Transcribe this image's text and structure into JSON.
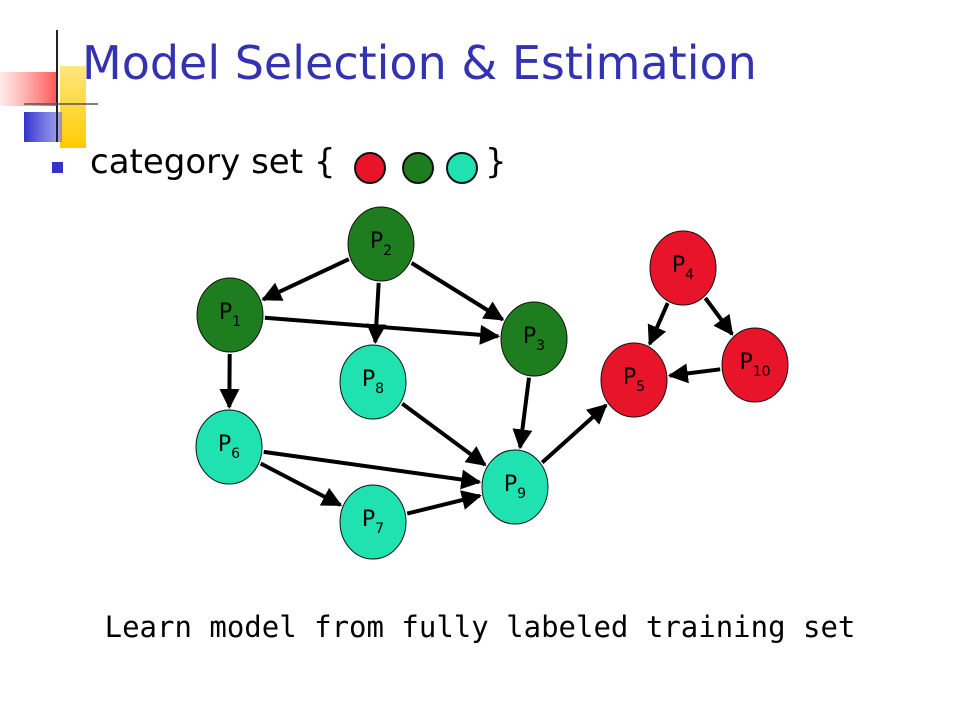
{
  "slide": {
    "title": "Model Selection & Estimation",
    "bullet": {
      "text_open": "category set {",
      "text_close": "}",
      "categories": [
        {
          "color": "#e8142a"
        },
        {
          "color": "#1e7d1e"
        },
        {
          "color": "#1fe2b0"
        }
      ]
    },
    "caption": "Learn model from fully labeled training set"
  },
  "graph": {
    "nodes": [
      {
        "id": "P1",
        "base": "P",
        "sub": "1",
        "category": 1
      },
      {
        "id": "P2",
        "base": "P",
        "sub": "2",
        "category": 1
      },
      {
        "id": "P3",
        "base": "P",
        "sub": "3",
        "category": 1
      },
      {
        "id": "P4",
        "base": "P",
        "sub": "4",
        "category": 0
      },
      {
        "id": "P5",
        "base": "P",
        "sub": "5",
        "category": 0
      },
      {
        "id": "P6",
        "base": "P",
        "sub": "6",
        "category": 2
      },
      {
        "id": "P7",
        "base": "P",
        "sub": "7",
        "category": 2
      },
      {
        "id": "P8",
        "base": "P",
        "sub": "8",
        "category": 2
      },
      {
        "id": "P9",
        "base": "P",
        "sub": "9",
        "category": 2
      },
      {
        "id": "P10",
        "base": "P",
        "sub": "10",
        "category": 0
      }
    ],
    "edges": [
      {
        "from": "P2",
        "to": "P1"
      },
      {
        "from": "P2",
        "to": "P8"
      },
      {
        "from": "P2",
        "to": "P3"
      },
      {
        "from": "P1",
        "to": "P3"
      },
      {
        "from": "P1",
        "to": "P6"
      },
      {
        "from": "P8",
        "to": "P9"
      },
      {
        "from": "P3",
        "to": "P9"
      },
      {
        "from": "P6",
        "to": "P9"
      },
      {
        "from": "P6",
        "to": "P7"
      },
      {
        "from": "P7",
        "to": "P9"
      },
      {
        "from": "P9",
        "to": "P5"
      },
      {
        "from": "P4",
        "to": "P5"
      },
      {
        "from": "P4",
        "to": "P10"
      },
      {
        "from": "P10",
        "to": "P5"
      }
    ]
  },
  "colors": {
    "title": "#3333b2",
    "bullet": "#3333cc",
    "edge": "#000000",
    "node_outline": "#111111"
  }
}
